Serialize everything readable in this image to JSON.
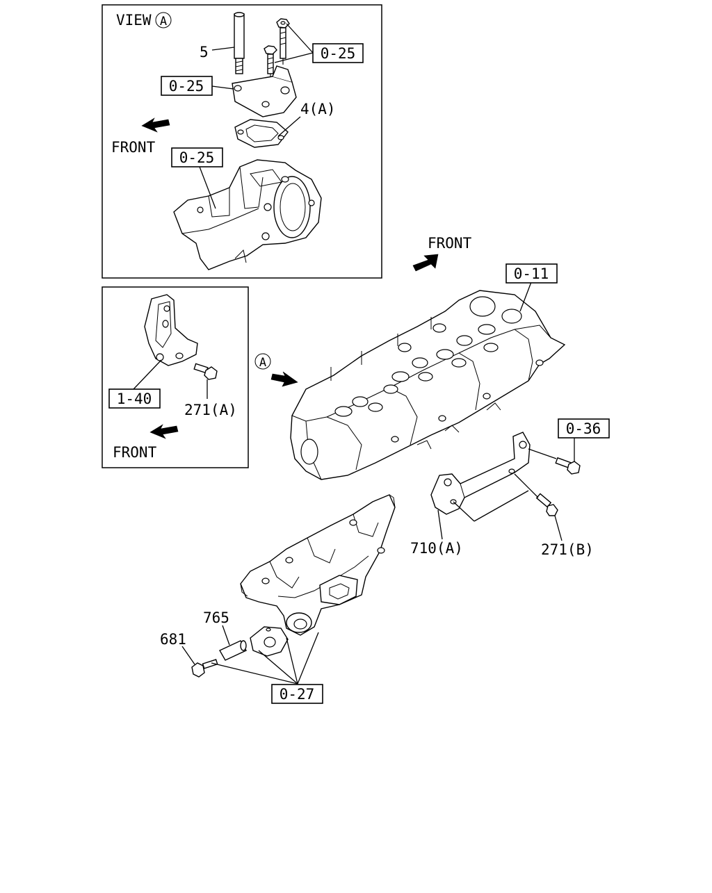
{
  "view_title": "VIEW",
  "view_marker": "A",
  "front_label": "FRONT",
  "marker_a": "A",
  "refs": {
    "r025_a": "0-25",
    "r025_b": "0-25",
    "r025_c": "0-25",
    "r011": "0-11",
    "r140": "1-40",
    "r036": "0-36",
    "r027": "0-27"
  },
  "parts": {
    "p5": "5",
    "p4a": "4(A)",
    "p271a": "271(A)",
    "p710a": "710(A)",
    "p271b": "271(B)",
    "p765": "765",
    "p681": "681"
  }
}
